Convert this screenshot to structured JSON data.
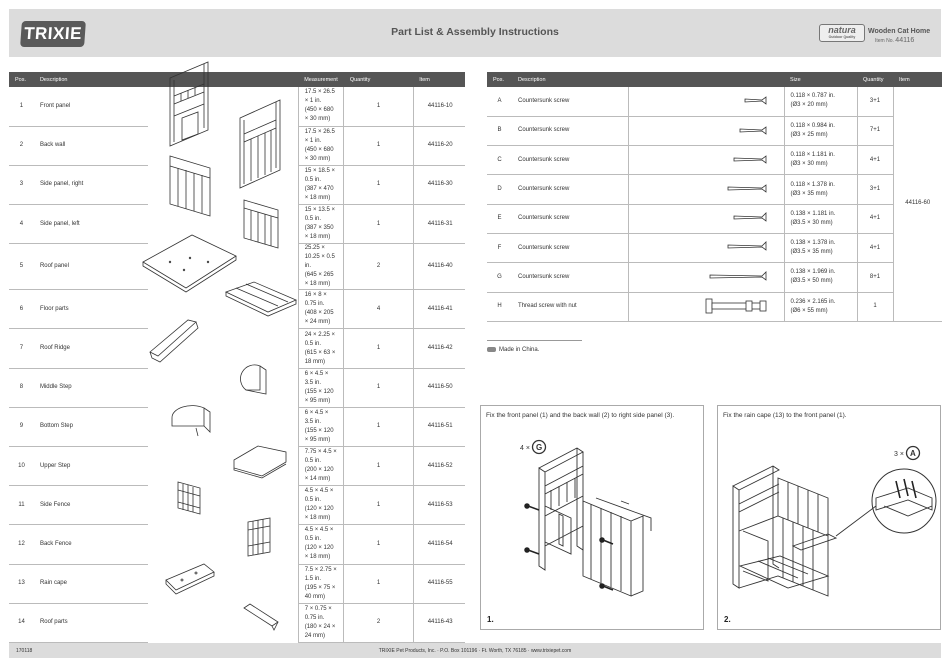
{
  "header": {
    "logo": "TRIXIE",
    "title": "Part List & Assembly Instructions",
    "brand": "natura",
    "brand_tagline": "Outdoor Quality",
    "product": "Wooden Cat Home",
    "item_label": "Item No.",
    "item_no": "44116"
  },
  "parts_table": {
    "headers": [
      "Pos.",
      "Description",
      "Measurement",
      "Quantity",
      "Item"
    ],
    "rows": [
      {
        "pos": "1",
        "desc": "Front panel",
        "m1": "17.5 × 26.5 × 1 in.",
        "m2": "(450 × 680 × 30 mm)",
        "qty": "1",
        "item": "44116-10"
      },
      {
        "pos": "2",
        "desc": "Back wall",
        "m1": "17.5 × 26.5 × 1 in.",
        "m2": "(450 × 680 × 30 mm)",
        "qty": "1",
        "item": "44116-20"
      },
      {
        "pos": "3",
        "desc": "Side panel, right",
        "m1": "15 × 18.5 × 0.5 in.",
        "m2": "(387 × 470 × 18 mm)",
        "qty": "1",
        "item": "44116-30"
      },
      {
        "pos": "4",
        "desc": "Side panel, left",
        "m1": "15 × 13.5 × 0.5 in.",
        "m2": "(387 × 350 × 18 mm)",
        "qty": "1",
        "item": "44116-31"
      },
      {
        "pos": "5",
        "desc": "Roof panel",
        "m1": "25.25 × 10.25 × 0.5 in.",
        "m2": "(645 × 265 × 18 mm)",
        "qty": "2",
        "item": "44116-40"
      },
      {
        "pos": "6",
        "desc": "Floor parts",
        "m1": "16 × 8 × 0.75 in.",
        "m2": "(408 × 205 × 24 mm)",
        "qty": "4",
        "item": "44116-41"
      },
      {
        "pos": "7",
        "desc": "Roof Ridge",
        "m1": "24 × 2.25 × 0.5 in.",
        "m2": "(615 × 63 × 18 mm)",
        "qty": "1",
        "item": "44116-42"
      },
      {
        "pos": "8",
        "desc": "Middle Step",
        "m1": "6 × 4.5 × 3.5 in.",
        "m2": "(155 × 120 × 95 mm)",
        "qty": "1",
        "item": "44116-50"
      },
      {
        "pos": "9",
        "desc": "Bottom Step",
        "m1": "6 × 4.5 × 3.5 in.",
        "m2": "(155 × 120 × 95 mm)",
        "qty": "1",
        "item": "44116-51"
      },
      {
        "pos": "10",
        "desc": "Upper Step",
        "m1": "7.75 × 4.5 × 0.5 in.",
        "m2": "(200 × 120 × 14 mm)",
        "qty": "1",
        "item": "44116-52"
      },
      {
        "pos": "11",
        "desc": "Side Fence",
        "m1": "4.5 × 4.5 × 0.5 in.",
        "m2": "(120 × 120 × 18 mm)",
        "qty": "1",
        "item": "44116-53"
      },
      {
        "pos": "12",
        "desc": "Back Fence",
        "m1": "4.5 × 4.5 × 0.5 in.",
        "m2": "(120 × 120 × 18 mm)",
        "qty": "1",
        "item": "44116-54"
      },
      {
        "pos": "13",
        "desc": "Rain cape",
        "m1": "7.5 × 2.75 × 1.5 in.",
        "m2": "(195 × 75 × 40 mm)",
        "qty": "1",
        "item": "44116-55"
      },
      {
        "pos": "14",
        "desc": "Roof parts",
        "m1": "7 × 0.75 × 0.75 in.",
        "m2": "(180 × 24 × 24 mm)",
        "qty": "2",
        "item": "44116-43"
      }
    ]
  },
  "screws_table": {
    "headers": [
      "Pos.",
      "Description",
      "Size",
      "Quantity",
      "Item"
    ],
    "item": "44116-60",
    "rows": [
      {
        "pos": "A",
        "desc": "Countersunk screw",
        "s1": "0.118 × 0.787 in.",
        "s2": "(Ø3 × 20 mm)",
        "qty": "3+1"
      },
      {
        "pos": "B",
        "desc": "Countersunk screw",
        "s1": "0.118 × 0.984 in.",
        "s2": "(Ø3 × 25 mm)",
        "qty": "7+1"
      },
      {
        "pos": "C",
        "desc": "Countersunk screw",
        "s1": "0.118 × 1.181 in.",
        "s2": "(Ø3 × 30 mm)",
        "qty": "4+1"
      },
      {
        "pos": "D",
        "desc": "Countersunk screw",
        "s1": "0.118 × 1.378 in.",
        "s2": "(Ø3 × 35 mm)",
        "qty": "3+1"
      },
      {
        "pos": "E",
        "desc": "Countersunk screw",
        "s1": "0.138 × 1.181 in.",
        "s2": "(Ø3.5 × 30 mm)",
        "qty": "4+1"
      },
      {
        "pos": "F",
        "desc": "Countersunk screw",
        "s1": "0.138 × 1.378 in.",
        "s2": "(Ø3.5 × 35 mm)",
        "qty": "4+1"
      },
      {
        "pos": "G",
        "desc": "Countersunk screw",
        "s1": "0.138 × 1.969 in.",
        "s2": "(Ø3.5 × 50 mm)",
        "qty": "8+1"
      },
      {
        "pos": "H",
        "desc": "Thread screw with nut",
        "s1": "0.236 × 2.165 in.",
        "s2": "(Ø6 × 55 mm)",
        "qty": "1"
      }
    ]
  },
  "made_in": "Made in China.",
  "steps": [
    {
      "number": "1.",
      "text": "Fix the front panel (1) and the back wall (2) to right side panel (3).",
      "callout": "4 ×",
      "callout_letter": "G"
    },
    {
      "number": "2.",
      "text": "Fix the rain cape (13) to the front panel (1).",
      "callout": "3 ×",
      "callout_letter": "A"
    }
  ],
  "footer": {
    "code": "170118",
    "address": "TRIXIE Pet Products, Inc. · P.O. Box 101196 · Ft. Worth, TX 76185 · www.trixiepet.com"
  },
  "colors": {
    "header_bar": "#dcdcdc",
    "table_header": "#555555",
    "line": "#bbbbbb"
  }
}
